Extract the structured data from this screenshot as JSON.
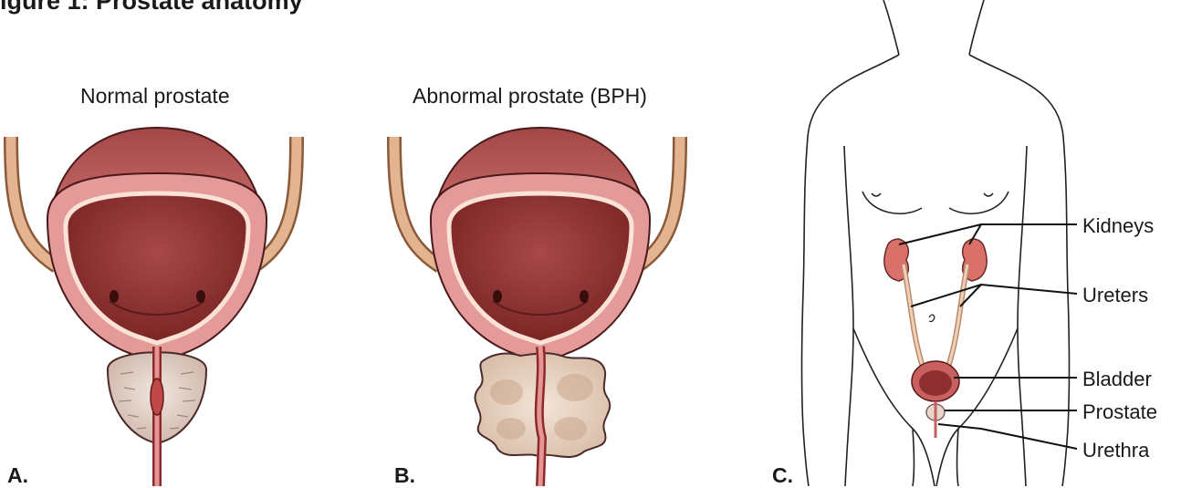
{
  "figure": {
    "title": "igure 1: Prostate anatomy"
  },
  "panels": [
    {
      "letter": "A.",
      "caption": "Normal prostate"
    },
    {
      "letter": "B.",
      "caption": "Abnormal prostate (BPH)"
    },
    {
      "letter": "C.",
      "caption": ""
    }
  ],
  "labels": {
    "kidneys": "Kidneys",
    "ureters": "Ureters",
    "bladder": "Bladder",
    "prostate": "Prostate",
    "urethra": "Urethra"
  },
  "colors": {
    "bladder_outer": "#b85c5c",
    "bladder_inner": "#8e2f2f",
    "bladder_wall": "#e9a0a0",
    "ureter": "#e3b48f",
    "prostate_normal": "#e6d6cc",
    "prostate_bph": "#e8d4c4",
    "kidney": "#d9716a"
  }
}
